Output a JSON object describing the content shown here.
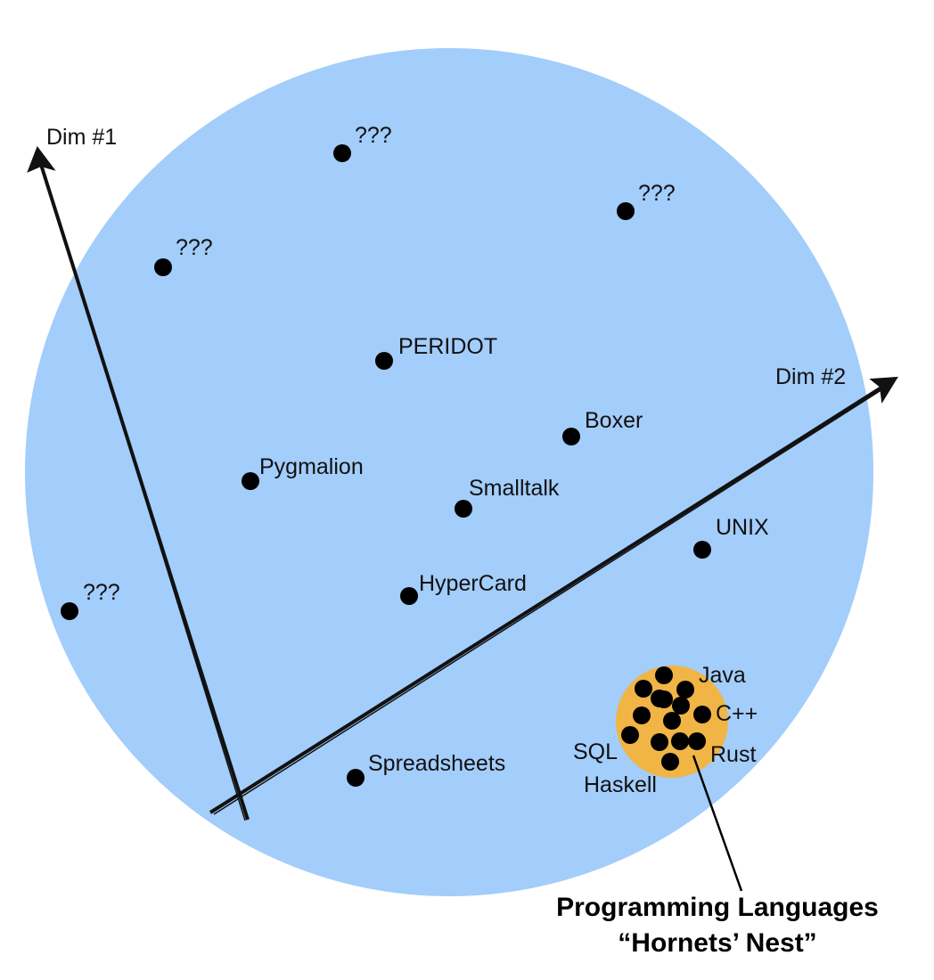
{
  "colors": {
    "space": "#a3cdfa",
    "nest": "#f0b545",
    "dot": "#000000",
    "arrow": "#111111"
  },
  "axes": {
    "dim1": "Dim #1",
    "dim2": "Dim #2"
  },
  "points": [
    {
      "label": "???"
    },
    {
      "label": "???"
    },
    {
      "label": "???"
    },
    {
      "label": "PERIDOT"
    },
    {
      "label": "Boxer"
    },
    {
      "label": "Pygmalion"
    },
    {
      "label": "Smalltalk"
    },
    {
      "label": "UNIX"
    },
    {
      "label": "HyperCard"
    },
    {
      "label": "???"
    },
    {
      "label": "Spreadsheets"
    }
  ],
  "nest": {
    "labels": [
      "Java",
      "C++",
      "SQL",
      "Rust",
      "Haskell"
    ],
    "dot_count": 14,
    "callout_line1": "Programming Languages",
    "callout_line2": "“Hornets’ Nest”"
  }
}
